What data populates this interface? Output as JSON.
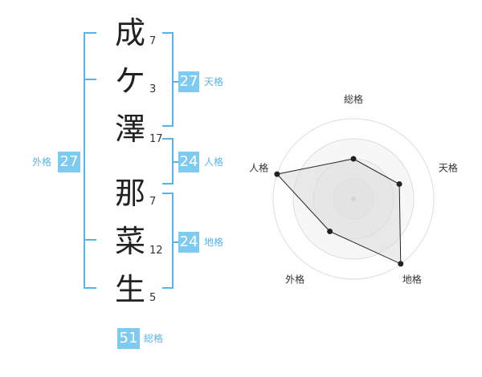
{
  "name_chars": [
    {
      "char": "成",
      "strokes": "7"
    },
    {
      "char": "ケ",
      "strokes": "3"
    },
    {
      "char": "澤",
      "strokes": "17"
    },
    {
      "char": "那",
      "strokes": "7"
    },
    {
      "char": "菜",
      "strokes": "12"
    },
    {
      "char": "生",
      "strokes": "5"
    }
  ],
  "scores": {
    "tenkaku": {
      "label": "天格",
      "value": "27"
    },
    "jinkaku": {
      "label": "人格",
      "value": "24"
    },
    "chikaku": {
      "label": "地格",
      "value": "24"
    },
    "gaikaku": {
      "label": "外格",
      "value": "27"
    },
    "soukaku": {
      "label": "総格",
      "value": "51"
    }
  },
  "colors": {
    "bracket": "#5ab4e8",
    "score_box": "#7ecbf2",
    "radar_fill": "#e6e6e6",
    "radar_line": "#222222"
  },
  "chart_data": {
    "type": "radar",
    "axes": [
      "総格",
      "天格",
      "地格",
      "外格",
      "人格"
    ],
    "values": [
      0.5,
      0.6,
      1.0,
      0.5,
      1.0
    ],
    "max": 1.0,
    "rings": 4
  }
}
